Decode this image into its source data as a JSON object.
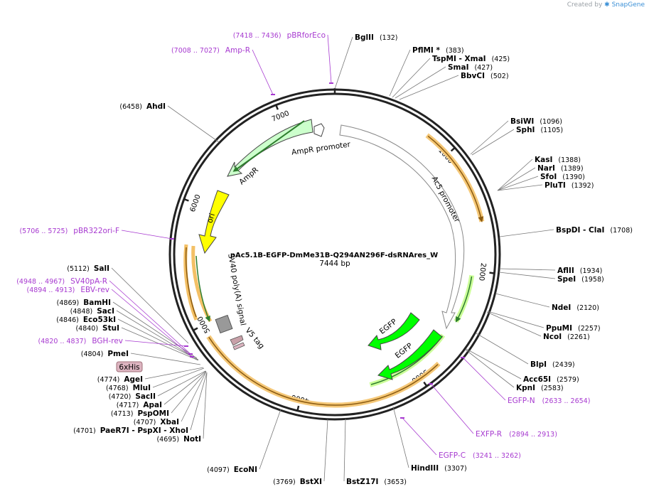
{
  "credit": {
    "prefix": "Created by",
    "brand": "SnapGene"
  },
  "plasmid": {
    "name": "pAc5.1B-EGFP-DmMe31B-Q294AN296F-dsRNAres_W",
    "length_text": "7444 bp",
    "length": 7444
  },
  "ticks": [
    {
      "pos": 1000,
      "label": "1000"
    },
    {
      "pos": 2000,
      "label": "2000"
    },
    {
      "pos": 3000,
      "label": "3000"
    },
    {
      "pos": 4000,
      "label": "4000"
    },
    {
      "pos": 5000,
      "label": "5000"
    },
    {
      "pos": 6000,
      "label": "6000"
    },
    {
      "pos": 7000,
      "label": "7000"
    }
  ],
  "sites": [
    {
      "name": "BglII",
      "pos": "(132)"
    },
    {
      "name": "PflMI *",
      "pos": "(383)"
    },
    {
      "name": "TspMI - XmaI",
      "pos": "(425)"
    },
    {
      "name": "SmaI",
      "pos": "(427)"
    },
    {
      "name": "BbvCI",
      "pos": "(502)"
    },
    {
      "name": "BsiWI",
      "pos": "(1096)"
    },
    {
      "name": "SphI",
      "pos": "(1105)"
    },
    {
      "name": "KasI",
      "pos": "(1388)"
    },
    {
      "name": "NarI",
      "pos": "(1389)"
    },
    {
      "name": "SfoI",
      "pos": "(1390)"
    },
    {
      "name": "PluTI",
      "pos": "(1392)"
    },
    {
      "name": "BspDI - ClaI",
      "pos": "(1708)"
    },
    {
      "name": "AflII",
      "pos": "(1934)"
    },
    {
      "name": "SpeI",
      "pos": "(1958)"
    },
    {
      "name": "NdeI",
      "pos": "(2120)"
    },
    {
      "name": "PpuMI",
      "pos": "(2257)"
    },
    {
      "name": "NcoI",
      "pos": "(2261)"
    },
    {
      "name": "BlpI",
      "pos": "(2439)"
    },
    {
      "name": "Acc65I",
      "pos": "(2579)"
    },
    {
      "name": "KpnI",
      "pos": "(2583)"
    },
    {
      "name": "HindIII",
      "pos": "(3307)"
    },
    {
      "name": "BstZ17I",
      "pos": "(3653)"
    },
    {
      "name": "BstXI",
      "pos": "(3769)"
    },
    {
      "name": "EcoNI",
      "pos": "(4097)"
    },
    {
      "name": "NotI",
      "pos": "(4695)"
    },
    {
      "name": "PaeR7I - PspXI - XhoI",
      "pos": "(4701)"
    },
    {
      "name": "XbaI",
      "pos": "(4707)"
    },
    {
      "name": "PspOMI",
      "pos": "(4713)"
    },
    {
      "name": "ApaI",
      "pos": "(4717)"
    },
    {
      "name": "SacII",
      "pos": "(4720)"
    },
    {
      "name": "MluI",
      "pos": "(4768)"
    },
    {
      "name": "AgeI",
      "pos": "(4774)"
    },
    {
      "name": "PmeI",
      "pos": "(4804)"
    },
    {
      "name": "StuI",
      "pos": "(4840)"
    },
    {
      "name": "Eco53kI",
      "pos": "(4846)"
    },
    {
      "name": "SacI",
      "pos": "(4848)"
    },
    {
      "name": "BamHI",
      "pos": "(4869)"
    },
    {
      "name": "SalI",
      "pos": "(5112)"
    },
    {
      "name": "AhdI",
      "pos": "(6458)"
    }
  ],
  "primers": [
    {
      "name": "pBRforEco",
      "range": "(7418 .. 7436)"
    },
    {
      "name": "Amp-R",
      "range": "(7008 .. 7027)"
    },
    {
      "name": "pBR322ori-F",
      "range": "(5706 .. 5725)"
    },
    {
      "name": "SV40pA-R",
      "range": "(4948 .. 4967)"
    },
    {
      "name": "EBV-rev",
      "range": "(4894 .. 4913)"
    },
    {
      "name": "BGH-rev",
      "range": "(4820 .. 4837)"
    },
    {
      "name": "EGFP-N",
      "range": "(2633 .. 2654)"
    },
    {
      "name": "EXFP-R",
      "range": "(2894 .. 2913)"
    },
    {
      "name": "EGFP-C",
      "range": "(3241 .. 3262)"
    }
  ],
  "features": [
    {
      "name": "AmpR promoter",
      "color": "#ffffff"
    },
    {
      "name": "AmpR",
      "color": "#ccffcc"
    },
    {
      "name": "ori",
      "color": "#ffff00"
    },
    {
      "name": "SV40 poly(A) signal",
      "color": "#999999"
    },
    {
      "name": "V5 tag",
      "color": "#c8a0a8"
    },
    {
      "name": "6xHis",
      "color": "#dcb4c0"
    },
    {
      "name": "Ac5 promoter",
      "color": "#ffffff"
    },
    {
      "name": "EGFP",
      "color": "#00ff00"
    },
    {
      "name": "EGFP",
      "color": "#00ff00"
    }
  ],
  "colors": {
    "backbone": "#222222",
    "primer": "#a73ad0",
    "orf_outline": "#f0b040",
    "orf_arrow": "#8a5a10"
  }
}
